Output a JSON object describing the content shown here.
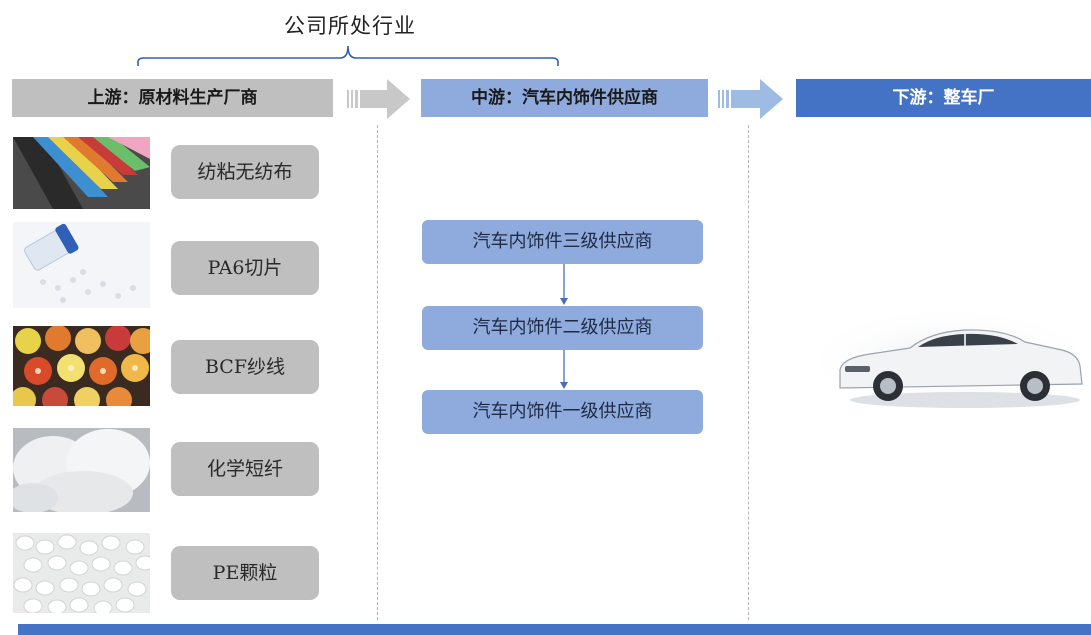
{
  "header": {
    "title": "公司所处行业"
  },
  "stages": {
    "upstream": "上游：原材料生产厂商",
    "midstream": "中游：汽车内饰件供应商",
    "downstream": "下游：整车厂"
  },
  "upstream_materials": [
    {
      "label": "纺粘无纺布",
      "image": "colored-fabric-sheets"
    },
    {
      "label": "PA6切片",
      "image": "plastic-pellets-bottle"
    },
    {
      "label": "BCF纱线",
      "image": "yarn-spools"
    },
    {
      "label": "化学短纤",
      "image": "white-fiber"
    },
    {
      "label": "PE颗粒",
      "image": "white-granules"
    }
  ],
  "midstream_suppliers": {
    "tier3": "汽车内饰件三级供应商",
    "tier2": "汽车内饰件二级供应商",
    "tier1": "汽车内饰件一级供应商"
  },
  "downstream_image": "white-sedan-car",
  "colors": {
    "gray": "#bfbfbf",
    "light_blue": "#8faadc",
    "blue": "#4472c4"
  }
}
